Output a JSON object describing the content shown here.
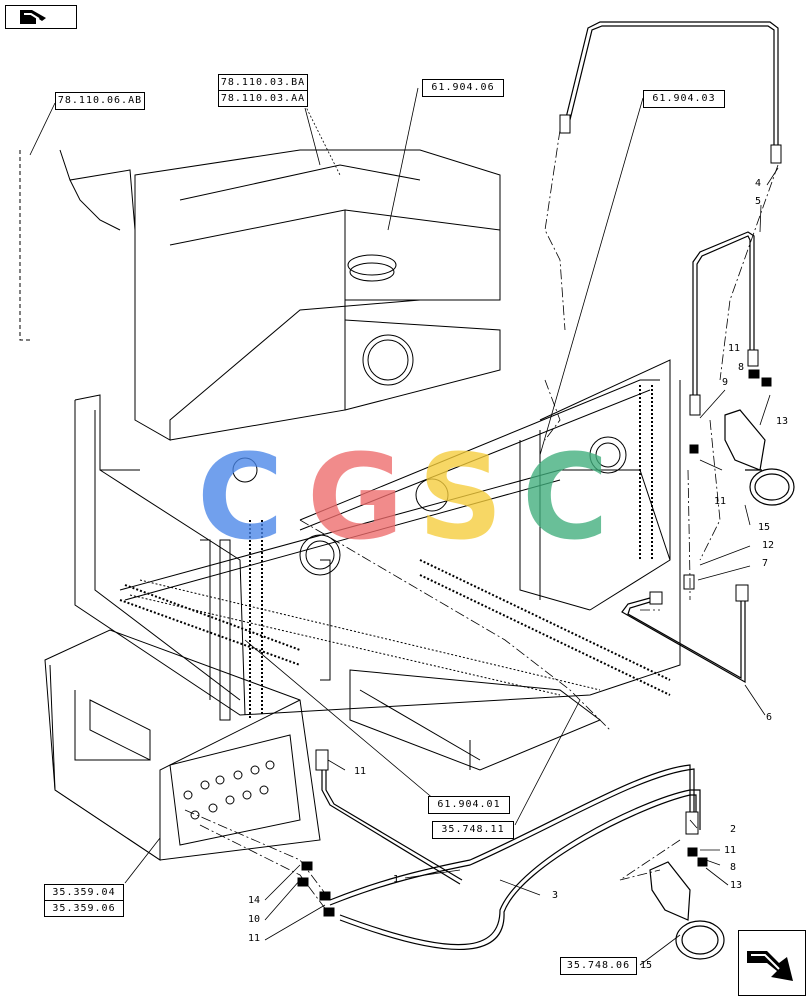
{
  "refs": {
    "r1": "78.110.06.AB",
    "r2a": "78.110.03.BA",
    "r2b": "78.110.03.AA",
    "r3": "61.904.06",
    "r4": "61.904.03",
    "r5": "61.904.01",
    "r6": "35.748.11",
    "r7a": "35.359.04",
    "r7b": "35.359.06",
    "r8": "35.748.06"
  },
  "callouts": {
    "c4": "4",
    "c5": "5",
    "c11a": "11",
    "c8a": "8",
    "c9": "9",
    "c13a": "13",
    "c11b": "11",
    "c15a": "15",
    "c12": "12",
    "c7": "7",
    "c6": "6",
    "c11c": "11",
    "c2": "2",
    "c11d": "11",
    "c8b": "8",
    "c13b": "13",
    "c1": "1",
    "c3": "3",
    "c14": "14",
    "c10": "10",
    "c11e": "11",
    "c15b": "15"
  },
  "watermark": {
    "letters": [
      "C",
      "G",
      "S",
      "C"
    ],
    "colors": [
      "#4a86e8",
      "#ee6b6b",
      "#f6cd3b",
      "#3fae7c"
    ]
  },
  "nav": {
    "prev_icon": "arrow-left-icon",
    "next_icon": "arrow-next-icon"
  }
}
